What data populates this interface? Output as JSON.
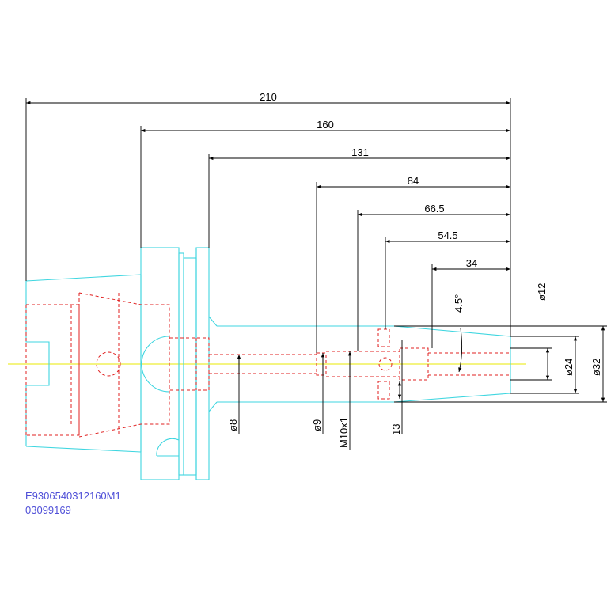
{
  "dimensions": {
    "overall_length": "210",
    "flange_to_tip": "160",
    "collar_to_tip": "131",
    "bore_start": "84",
    "thread_start": "66.5",
    "slot_start": "54.5",
    "clamp_length": "34",
    "taper_angle": "4.5°",
    "dia_bore_small": "ø12",
    "dia_nose": "ø24",
    "dia_body": "ø32",
    "dia_coolant": "ø8",
    "dia_bore": "ø9",
    "thread": "M10x1",
    "slot_width": "13"
  },
  "part_number": "E9306540312160M1",
  "order_number": "03099169",
  "colors": {
    "outline": "#3fd6e0",
    "hidden": "#e02020",
    "centerline": "#e8e800",
    "dimension": "#000000",
    "label": "#5050d8"
  }
}
